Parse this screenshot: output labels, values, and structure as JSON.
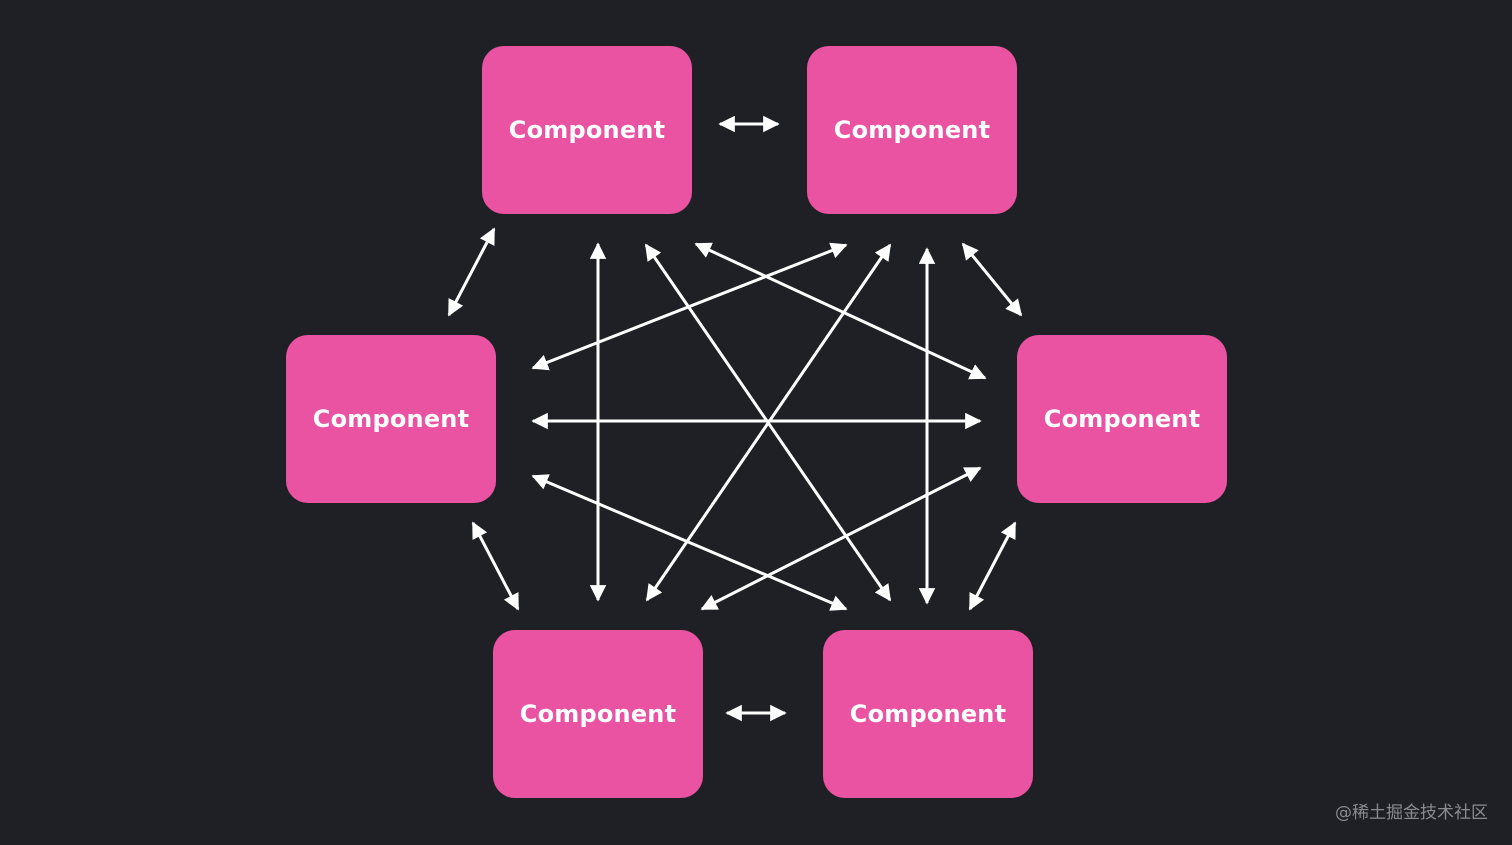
{
  "colors": {
    "background": "#1f2025",
    "node_fill": "#ea53a2",
    "arrow": "#ffffff",
    "node_text": "#ffffff"
  },
  "components": [
    {
      "id": "top-left",
      "label": "Component"
    },
    {
      "id": "top-right",
      "label": "Component"
    },
    {
      "id": "mid-left",
      "label": "Component"
    },
    {
      "id": "mid-right",
      "label": "Component"
    },
    {
      "id": "bot-left",
      "label": "Component"
    },
    {
      "id": "bot-right",
      "label": "Component"
    }
  ],
  "connections": [
    {
      "from": "top-left",
      "to": "top-right",
      "bidirectional": true
    },
    {
      "from": "top-left",
      "to": "mid-left",
      "bidirectional": true
    },
    {
      "from": "top-left",
      "to": "bot-left",
      "bidirectional": true
    },
    {
      "from": "top-left",
      "to": "bot-right",
      "bidirectional": true
    },
    {
      "from": "top-left",
      "to": "mid-right",
      "bidirectional": true
    },
    {
      "from": "top-right",
      "to": "mid-left",
      "bidirectional": true
    },
    {
      "from": "top-right",
      "to": "bot-left",
      "bidirectional": true
    },
    {
      "from": "top-right",
      "to": "bot-right",
      "bidirectional": true
    },
    {
      "from": "top-right",
      "to": "mid-right",
      "bidirectional": true
    },
    {
      "from": "mid-left",
      "to": "mid-right",
      "bidirectional": true
    },
    {
      "from": "mid-left",
      "to": "bot-right",
      "bidirectional": true
    },
    {
      "from": "mid-left",
      "to": "bot-left",
      "bidirectional": true
    },
    {
      "from": "mid-right",
      "to": "bot-left",
      "bidirectional": true
    },
    {
      "from": "mid-right",
      "to": "bot-right",
      "bidirectional": true
    },
    {
      "from": "bot-left",
      "to": "bot-right",
      "bidirectional": true
    }
  ],
  "watermark": "@稀土掘金技术社区"
}
